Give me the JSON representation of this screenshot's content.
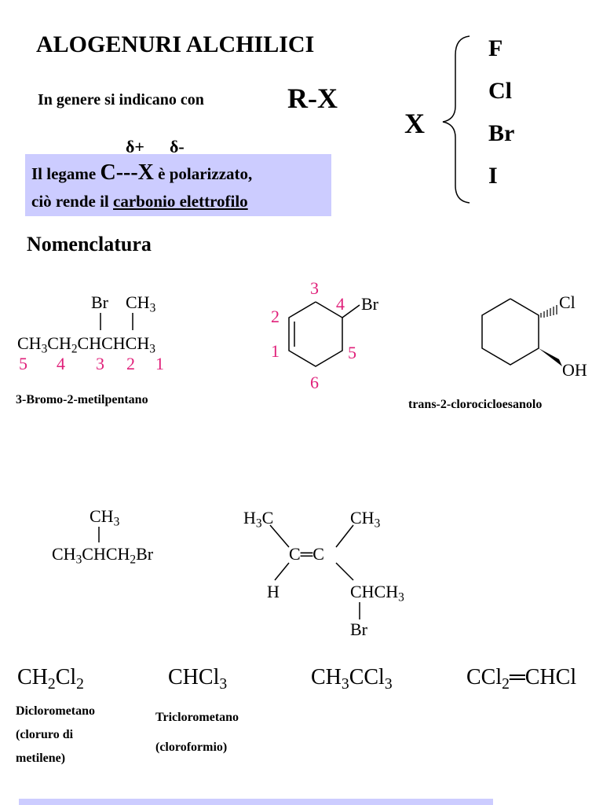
{
  "title": "ALOGENURI ALCHILICI",
  "intro": "In genere si indicano con",
  "rx": "R-X",
  "x_label": "X",
  "halogens": [
    "F",
    "Cl",
    "Br",
    "I"
  ],
  "polarization": {
    "delta_plus": "δ+",
    "delta_minus": "δ-",
    "line1_prefix": "Il legame",
    "line1_bond": "C---X",
    "line1_suffix": "è polarizzato,",
    "line2_prefix": "ciò rende il",
    "line2_emphasis": "carbonio elettrofilo"
  },
  "section_heading": "Nomenclatura",
  "molecule1": {
    "sub_br": "Br",
    "sub_ch3": "CH",
    "sub_ch3_index": "3",
    "chain_parts": [
      "CH",
      "3",
      "CH",
      "2",
      "CHCHCH",
      "3"
    ],
    "numbers": [
      "5",
      "4",
      "3",
      "2",
      "1"
    ],
    "name": "3-Bromo-2-metilpentano"
  },
  "molecule2": {
    "ring_numbers": [
      "1",
      "2",
      "3",
      "4",
      "5",
      "6"
    ],
    "substituent": "Br"
  },
  "molecule3": {
    "substituent_cl": "Cl",
    "substituent_oh": "OH",
    "name": "trans-2-clorocicloesanolo"
  },
  "molecule4": {
    "top": [
      "CH",
      "3"
    ],
    "chain": [
      "CH",
      "3",
      "CHCH",
      "2",
      "Br"
    ]
  },
  "molecule5": {
    "h3c": [
      "H",
      "3",
      "C"
    ],
    "ch3": [
      "CH",
      "3"
    ],
    "double_bond": "C═C",
    "h": "H",
    "chch3": [
      "CHCH",
      "3"
    ],
    "br": "Br"
  },
  "formulas": [
    {
      "parts": [
        "CH",
        "2",
        "Cl",
        "2"
      ],
      "name_lines": [
        "Diclorometano",
        "(cloruro di",
        "metilene)"
      ]
    },
    {
      "parts": [
        "CHCl",
        "3"
      ],
      "name_lines": [
        "Triclorometano",
        "(cloroformio)"
      ]
    },
    {
      "parts": [
        "CH",
        "3",
        "CCl",
        "3"
      ],
      "name_lines": []
    },
    {
      "parts": [
        "CCl",
        "2",
        "═CHCl"
      ],
      "name_lines": []
    }
  ]
}
